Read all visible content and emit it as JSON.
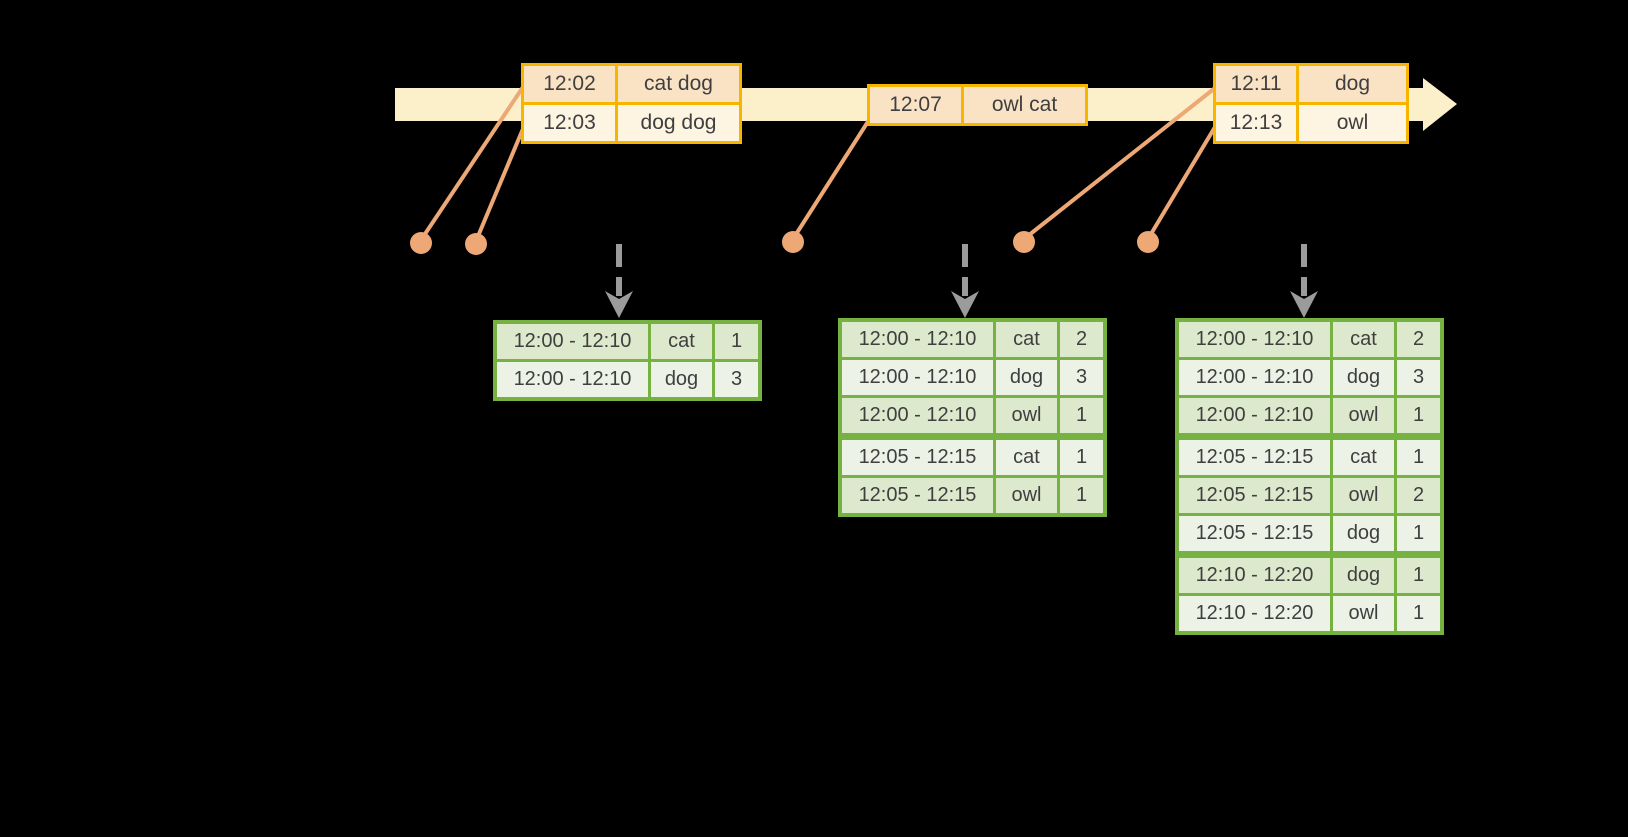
{
  "colors": {
    "background": "#000000",
    "timeline_fill": "#fbf0ca",
    "event_border": "#f7b500",
    "event_row_dark": "#fae3c5",
    "event_row_light": "#fdf4e1",
    "marker": "#eda876",
    "result_border": "#76b242",
    "result_row_dark": "#dde9cc",
    "result_row_light": "#edf2e6",
    "trigger_arrow": "#9b9b9b",
    "text": "#3f3f3f"
  },
  "event_tables": [
    {
      "rows": [
        {
          "time": "12:02",
          "words": "cat dog"
        },
        {
          "time": "12:03",
          "words": "dog dog"
        }
      ]
    },
    {
      "rows": [
        {
          "time": "12:07",
          "words": "owl cat"
        }
      ]
    },
    {
      "rows": [
        {
          "time": "12:11",
          "words": "dog"
        },
        {
          "time": "12:13",
          "words": "owl"
        }
      ]
    }
  ],
  "result_tables": [
    {
      "group_starts": [],
      "rows": [
        {
          "window": "12:00 - 12:10",
          "word": "cat",
          "count": "1"
        },
        {
          "window": "12:00 - 12:10",
          "word": "dog",
          "count": "3"
        }
      ]
    },
    {
      "group_starts": [
        3
      ],
      "rows": [
        {
          "window": "12:00 - 12:10",
          "word": "cat",
          "count": "2"
        },
        {
          "window": "12:00 - 12:10",
          "word": "dog",
          "count": "3"
        },
        {
          "window": "12:00 - 12:10",
          "word": "owl",
          "count": "1"
        },
        {
          "window": "12:05 - 12:15",
          "word": "cat",
          "count": "1"
        },
        {
          "window": "12:05 - 12:15",
          "word": "owl",
          "count": "1"
        }
      ]
    },
    {
      "group_starts": [
        3,
        6
      ],
      "rows": [
        {
          "window": "12:00 - 12:10",
          "word": "cat",
          "count": "2"
        },
        {
          "window": "12:00 - 12:10",
          "word": "dog",
          "count": "3"
        },
        {
          "window": "12:00 - 12:10",
          "word": "owl",
          "count": "1"
        },
        {
          "window": "12:05 - 12:15",
          "word": "cat",
          "count": "1"
        },
        {
          "window": "12:05 - 12:15",
          "word": "owl",
          "count": "2"
        },
        {
          "window": "12:05 - 12:15",
          "word": "dog",
          "count": "1"
        },
        {
          "window": "12:10 - 12:20",
          "word": "dog",
          "count": "1"
        },
        {
          "window": "12:10 - 12:20",
          "word": "owl",
          "count": "1"
        }
      ]
    }
  ]
}
